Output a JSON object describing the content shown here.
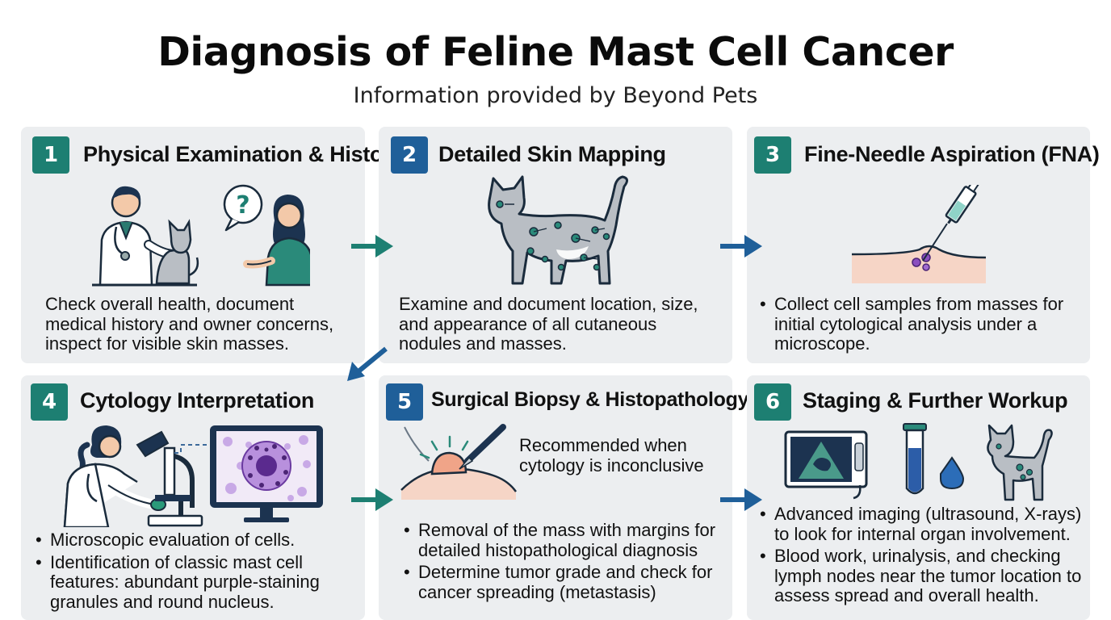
{
  "title": "Diagnosis of Feline Mast Cell Cancer",
  "subtitle": "Information provided by Beyond Pets",
  "colors": {
    "teal": "#1d7f72",
    "blue": "#1f5f99",
    "card": "#eceef0",
    "purple": "#7a3ea8"
  },
  "steps": [
    {
      "number": "1",
      "title": "Physical Examination & History",
      "icon": "vet-examining-cat-and-owner-questions-icon",
      "text": "Check overall health, document medical history and owner concerns, inspect for visible skin masses."
    },
    {
      "number": "2",
      "title": "Detailed Skin Mapping",
      "icon": "cat-body-map-icon",
      "text": "Examine and document location, size, and appearance of all cutaneous nodules and masses."
    },
    {
      "number": "3",
      "title": "Fine-Needle Aspiration (FNA)",
      "icon": "syringe-skin-aspiration-icon",
      "bullets": [
        "Collect cell samples from masses for initial cytological analysis under a microscope."
      ]
    },
    {
      "number": "4",
      "title": "Cytology Interpretation",
      "icon": "microscope-and-monitor-icon",
      "bullets": [
        "Microscopic evaluation of cells.",
        "Identification of classic mast cell features:  abundant purple-staining granules and round nucleus."
      ]
    },
    {
      "number": "5",
      "title": "Surgical Biopsy & Histopathology",
      "icon": "scalpel-biopsy-icon",
      "note": "Recommended when cytology is inconclusive",
      "bullets": [
        "Removal of the mass with margins for detailed histopathological diagnosis",
        "Determine tumor grade and check for cancer spreading (metastasis)"
      ]
    },
    {
      "number": "6",
      "title": "Staging & Further Workup",
      "icon": "ultrasound-blood-test-cat-icon",
      "bullets": [
        "Advanced imaging (ultrasound, X-rays) to look for internal organ involvement.",
        "Blood work, urinalysis, and checking lymph nodes near the tumor location to assess spread and overall health."
      ]
    }
  ]
}
